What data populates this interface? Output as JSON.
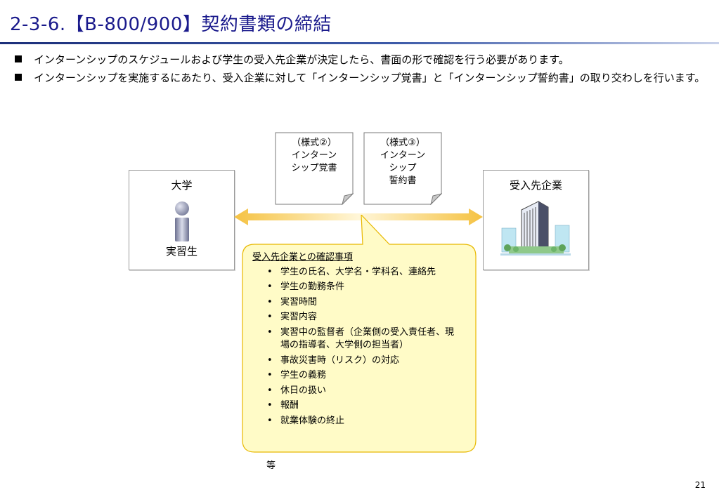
{
  "title": "2-3-6.【B-800/900】契約書類の締結",
  "bullets": [
    "インターンシップのスケジュールおよび学生の受入先企業が決定したら、書面の形で確認を行う必要があります。",
    "インターンシップを実施するにあたり、受入企業に対して「インターンシップ覚書」と「インターンシップ誓約書」の取り交わしを行います。"
  ],
  "university": {
    "title": "大学",
    "person_label": "実習生"
  },
  "company": {
    "title": "受入先企業"
  },
  "doc1": {
    "line1": "（様式②）",
    "line2": "インターン",
    "line3": "シップ覚書"
  },
  "doc2": {
    "line1": "（様式③）",
    "line2": "インターン",
    "line3": "シップ",
    "line4": "誓約書"
  },
  "callout": {
    "heading": "受入先企業との確認事項",
    "items": [
      "学生の氏名、大学名・学科名、連絡先",
      "学生の勤務条件",
      "実習時間",
      "実習内容",
      "実習中の監督者（企業側の受入責任者、現場の指導者、大学側の担当者）",
      "事故災害時（リスク）の対応",
      "学生の義務",
      "休日の扱い",
      "報酬",
      "就業体験の終止"
    ],
    "bullet_char": "•",
    "tail": "等"
  },
  "page_number": "21",
  "colors": {
    "title": "#1a1a8c",
    "arrow": "#f5c242",
    "callout_fill": "#fffbc7",
    "callout_border": "#e8b800"
  }
}
